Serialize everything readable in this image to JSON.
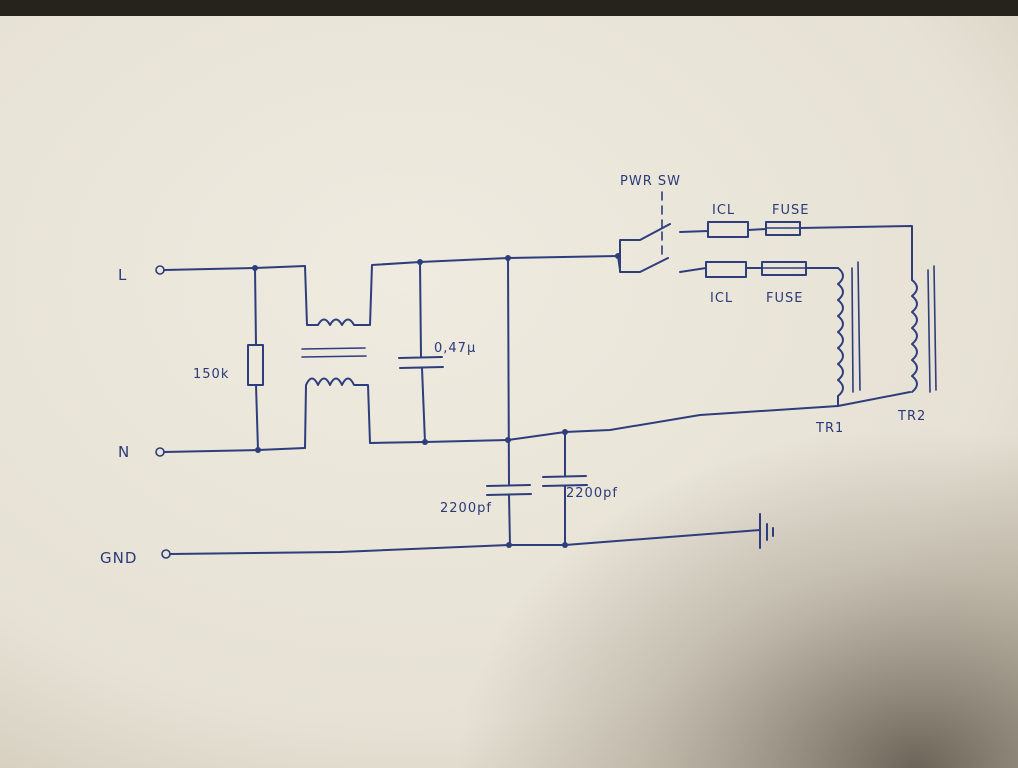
{
  "terminals": {
    "line": "L",
    "neutral": "N",
    "ground": "GND"
  },
  "components": {
    "resistor": "150k",
    "x_capacitor": "0,47µ",
    "y_capacitor_left": "2200pf",
    "y_capacitor_right": "2200pf",
    "power_switch": "PWR SW",
    "icl_top": "ICL",
    "fuse_top": "FUSE",
    "icl_bottom": "ICL",
    "fuse_bottom": "FUSE",
    "transformer_1": "TR1",
    "transformer_2": "TR2"
  },
  "colors": {
    "paper": "#eeeadf",
    "ink": "#2e3d7c",
    "background": "#2a2620"
  }
}
